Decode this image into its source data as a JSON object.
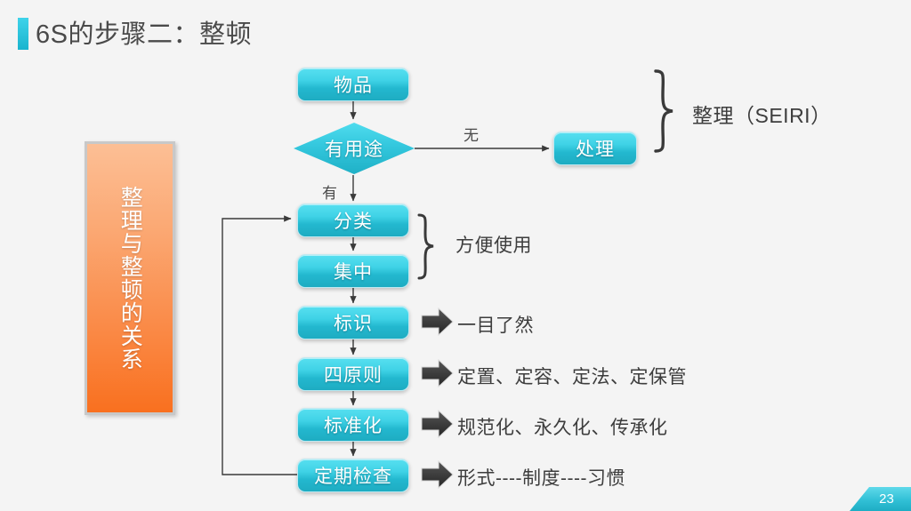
{
  "slide": {
    "title": "6S的步骤二：整顿",
    "page_number": "23",
    "accent_color": "#2ec4da",
    "background_color": "#f4f4f4"
  },
  "side_panel": {
    "text": "整理与整顿的关系",
    "gradient_from": "#fcbf95",
    "gradient_to": "#f9701f"
  },
  "flow": {
    "nodes": [
      {
        "id": "item",
        "label": "物品"
      },
      {
        "id": "useful",
        "label": "有用途",
        "shape": "diamond"
      },
      {
        "id": "dispose",
        "label": "处理"
      },
      {
        "id": "classify",
        "label": "分类"
      },
      {
        "id": "gather",
        "label": "集中"
      },
      {
        "id": "mark",
        "label": "标识"
      },
      {
        "id": "four-principles",
        "label": "四原则"
      },
      {
        "id": "standardize",
        "label": "标准化"
      },
      {
        "id": "regular-check",
        "label": "定期检查"
      }
    ],
    "edge_labels": {
      "no": "无",
      "yes": "有"
    }
  },
  "annotations": {
    "seiri": "整理（SEIRI）",
    "convenient_use": "方便使用",
    "mark_note": "一目了然",
    "four_principles_note": "定置、定容、定法、定保管",
    "standardize_note": "规范化、永久化、传承化",
    "regular_check_note": "形式----制度----习惯"
  }
}
